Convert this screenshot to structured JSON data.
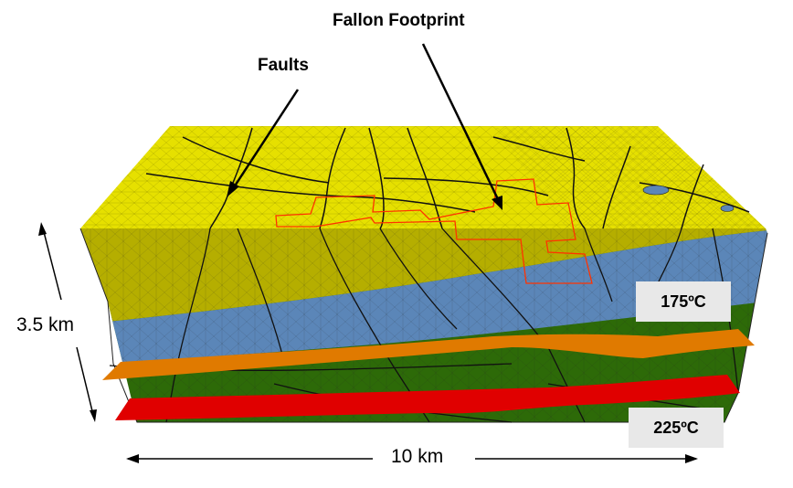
{
  "labels": {
    "fallon_footprint": "Fallon Footprint",
    "faults": "Faults",
    "depth": "3.5 km",
    "width": "10 km",
    "temp_upper": "175ºC",
    "temp_lower": "225ºC"
  },
  "colors": {
    "top_surface": "#e6e000",
    "upper_layer": "#b5ae00",
    "middle_layer": "#5b86b8",
    "lower_layer": "#2d6a08",
    "isotherm_175": "#e07a00",
    "isotherm_225": "#e00000",
    "footprint_outline": "#ff3300",
    "fault_lines": "#111111"
  }
}
